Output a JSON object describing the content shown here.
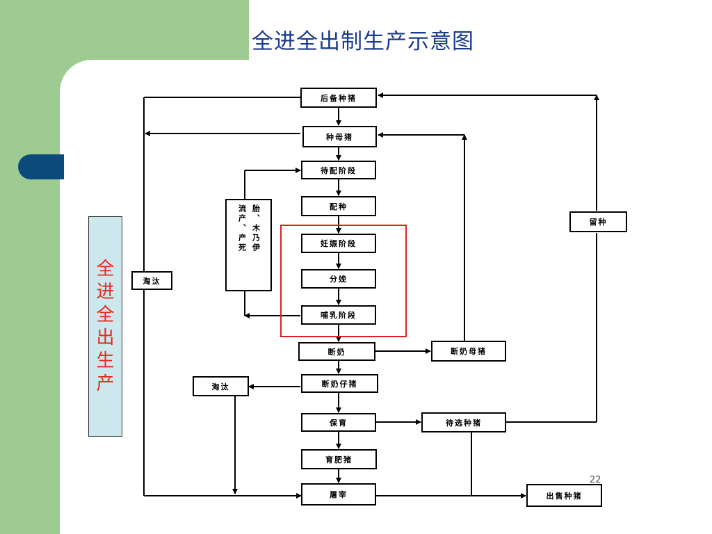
{
  "slide": {
    "title": "全进全出制生产示意图",
    "side_label": [
      "全",
      "进",
      "全",
      "出",
      "生",
      "产"
    ],
    "page_number": "22"
  },
  "nodes": {
    "reserve_boars": "后备种猪",
    "breeding_sows": "种母猪",
    "waiting_mating": "待配阶段",
    "mating": "配种",
    "pregnancy": "妊娠阶段",
    "farrowing": "分娩",
    "lactation": "哺乳阶段",
    "weaning": "断奶",
    "weaned_sows": "断奶母猪",
    "culling_top": "淘汰",
    "culling_mid": "淘汰",
    "weaned_piglets": "断奶仔猪",
    "nursery": "保育",
    "pending_breeding": "待选种猪",
    "retain_breeding": "留种",
    "finishing": "育肥猪",
    "slaughter": "屠宰",
    "sell_breeding": "出售种猪"
  },
  "abortion_box": {
    "col_right": "流产、产死",
    "col_left": "胎、木乃伊"
  },
  "colors": {
    "green": "#9ecb92",
    "navy": "#0d4a7c",
    "title": "#1a3a8a",
    "label_bg": "#cde8ec",
    "label_text": "#e8281c",
    "frame_red": "#e02020"
  }
}
